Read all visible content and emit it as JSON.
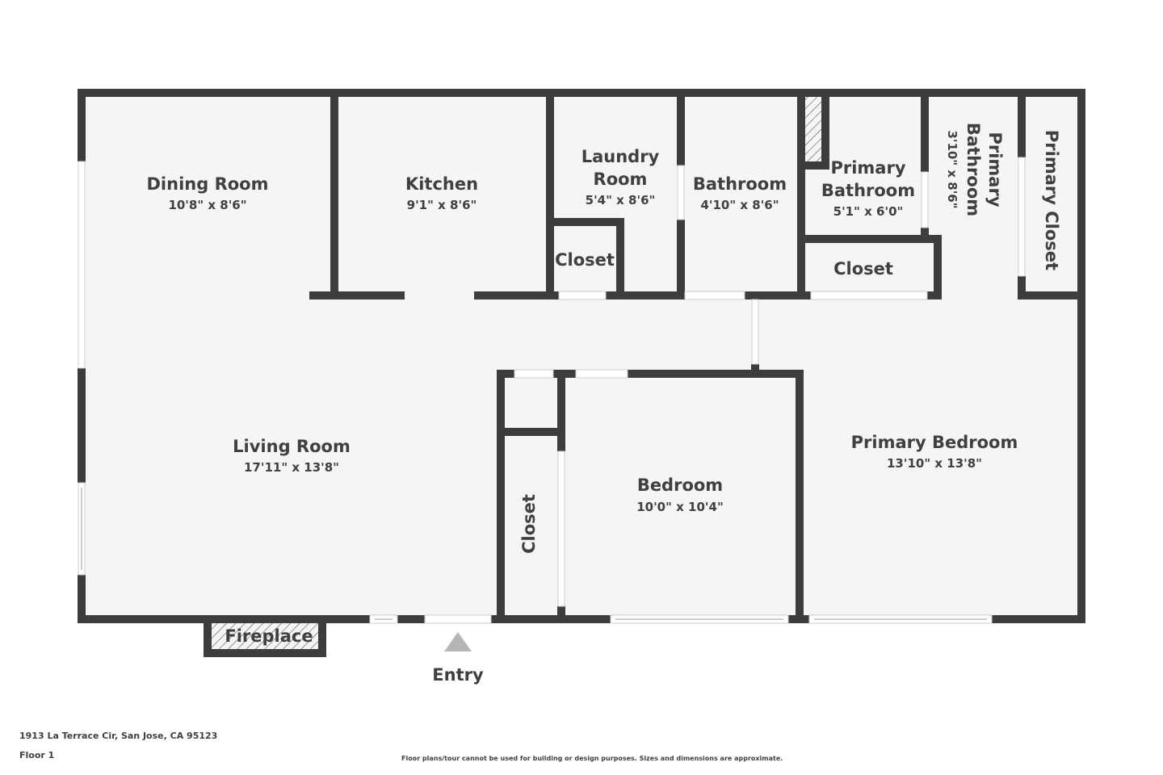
{
  "plan": {
    "floor_color": "#f5f5f5",
    "wall_color": "#3d3d3d",
    "opening_color": "#ffffff",
    "entry_marker_color": "#b5b5b5"
  },
  "rooms": [
    {
      "name": "Dining Room",
      "dimensions": "10'8\" x 8'6\""
    },
    {
      "name": "Kitchen",
      "dimensions": "9'1\" x 8'6\""
    },
    {
      "name": "Laundry Room",
      "name_line1": "Laundry",
      "name_line2": "Room",
      "dimensions": "5'4\" x 8'6\""
    },
    {
      "name": "Closet"
    },
    {
      "name": "Bathroom",
      "dimensions": "4'10\" x 8'6\""
    },
    {
      "name": "Primary Bathroom",
      "name_line1": "Primary",
      "name_line2": "Bathroom",
      "dimensions": "5'1\" x 6'0\""
    },
    {
      "name": "Closet"
    },
    {
      "name": "Primary Bathroom",
      "name_line1": "Primary",
      "name_line2": "Bathroom",
      "dimensions": "3'10\" x 8'6\""
    },
    {
      "name": "Primary Closet"
    },
    {
      "name": "Living Room",
      "dimensions": "17'11\" x 13'8\""
    },
    {
      "name": "Closet"
    },
    {
      "name": "Bedroom",
      "dimensions": "10'0\" x 10'4\""
    },
    {
      "name": "Primary Bedroom",
      "dimensions": "13'10\" x 13'8\""
    },
    {
      "name": "Fireplace"
    }
  ],
  "entry": {
    "label": "Entry"
  },
  "footer": {
    "address": "1913 La Terrace Cir, San Jose, CA 95123",
    "floor": "Floor 1",
    "disclaimer": "Floor plans/tour cannot be used for building or design purposes. Sizes and dimensions are approximate."
  }
}
